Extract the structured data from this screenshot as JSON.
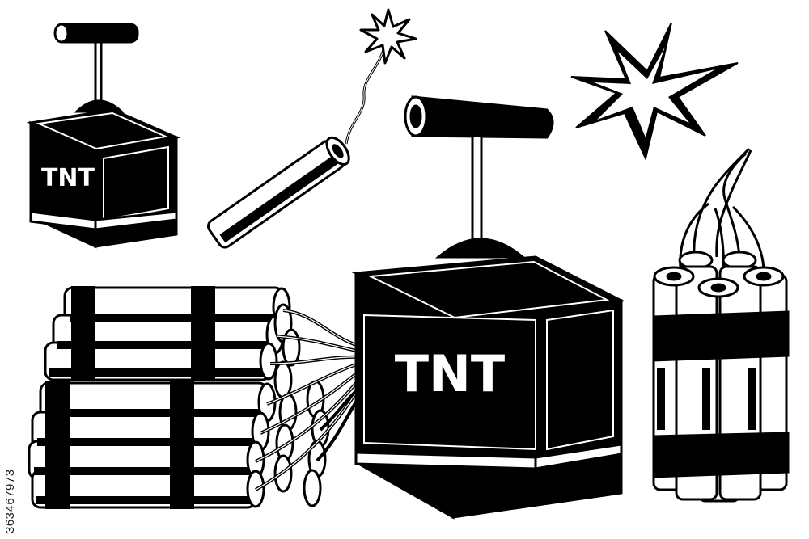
{
  "labels": {
    "small_detonator_label": "TNT",
    "large_detonator_label": "TNT"
  },
  "stock_id": "363467973",
  "colors": {
    "ink": "#000000",
    "paper": "#ffffff",
    "watermark": "#d8d8d8"
  }
}
